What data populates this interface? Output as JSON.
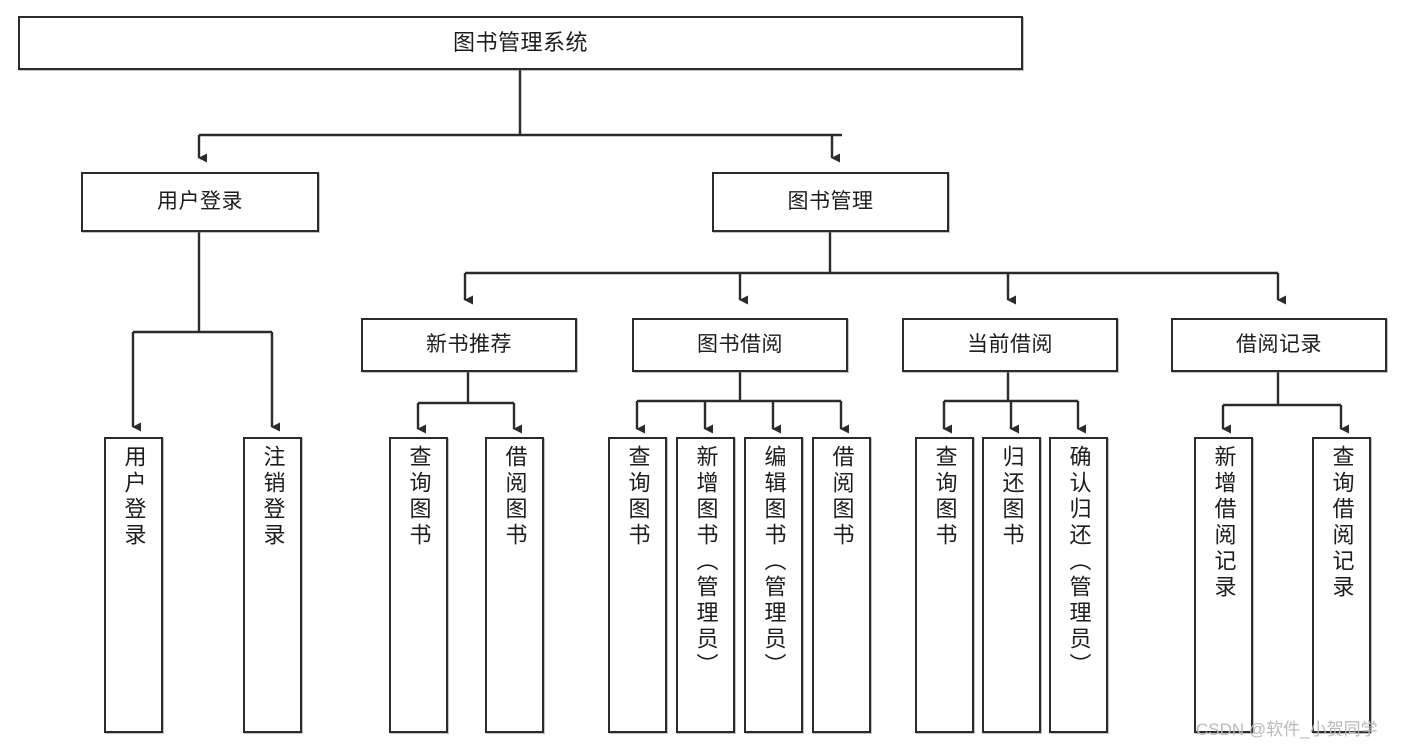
{
  "diagram": {
    "title": "图书管理系统",
    "type": "tree-hierarchy",
    "watermark": "CSDN @软件_小贺同学",
    "colors": {
      "border": "#2b2b2b",
      "background": "#ffffff",
      "text": "#1d1d1d",
      "connector": "#2b2b2b",
      "watermark": "#b9b9b9"
    },
    "nodes": {
      "root": {
        "label": "图书管理系统"
      },
      "level1": [
        {
          "id": "user-login",
          "label": "用户登录"
        },
        {
          "id": "book-manage",
          "label": "图书管理"
        }
      ],
      "level2": [
        {
          "id": "new-book-rec",
          "label": "新书推荐"
        },
        {
          "id": "book-borrow",
          "label": "图书借阅"
        },
        {
          "id": "current-borrow",
          "label": "当前借阅"
        },
        {
          "id": "borrow-record",
          "label": "借阅记录"
        }
      ],
      "leaves": {
        "user_login": [
          {
            "id": "leaf-user-login",
            "label": "用户登录"
          },
          {
            "id": "leaf-logout-login",
            "label": "注销登录"
          }
        ],
        "new_book_rec": [
          {
            "id": "leaf-query-book-1",
            "label": "查询图书"
          },
          {
            "id": "leaf-borrow-book-1",
            "label": "借阅图书"
          }
        ],
        "book_borrow": [
          {
            "id": "leaf-query-book-2",
            "label": "查询图书"
          },
          {
            "id": "leaf-add-book",
            "label": "新增图书（管理员）"
          },
          {
            "id": "leaf-edit-book",
            "label": "编辑图书（管理员）"
          },
          {
            "id": "leaf-borrow-book-2",
            "label": "借阅图书"
          }
        ],
        "current_borrow": [
          {
            "id": "leaf-query-book-3",
            "label": "查询图书"
          },
          {
            "id": "leaf-return-book",
            "label": "归还图书"
          },
          {
            "id": "leaf-confirm-return",
            "label": "确认归还（管理员）"
          }
        ],
        "borrow_record": [
          {
            "id": "leaf-add-record",
            "label": "新增借阅记录"
          },
          {
            "id": "leaf-query-record",
            "label": "查询借阅记录"
          }
        ]
      }
    }
  }
}
